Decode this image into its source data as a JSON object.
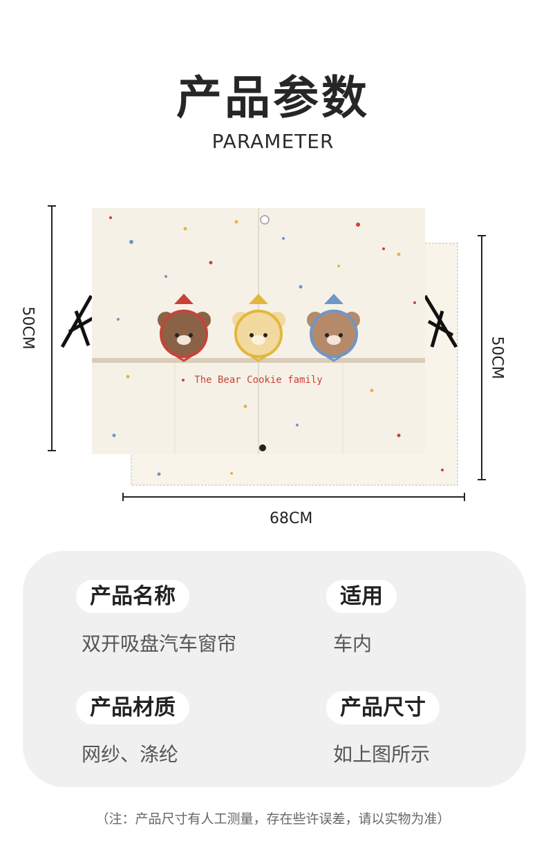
{
  "header": {
    "title": "产品参数",
    "subtitle": "PARAMETER"
  },
  "dimensions": {
    "height_left": "50CM",
    "height_right": "50CM",
    "width": "68CM"
  },
  "illustration": {
    "caption": "The Bear Cookie family",
    "colors": {
      "background": "#f6f1e6",
      "band": "#d9ccb8",
      "red": "#c8423a",
      "yellow": "#e3b73c",
      "blue": "#6e96c8"
    }
  },
  "specs": [
    {
      "label": "产品名称",
      "value": "双开吸盘汽车窗帘"
    },
    {
      "label": "适用",
      "value": "车内"
    },
    {
      "label": "产品材质",
      "value": "网纱、涤纶"
    },
    {
      "label": "产品尺寸",
      "value": "如上图所示"
    }
  ],
  "note": "（注：产品尺寸有人工测量，存在些许误差，请以实物为准）"
}
